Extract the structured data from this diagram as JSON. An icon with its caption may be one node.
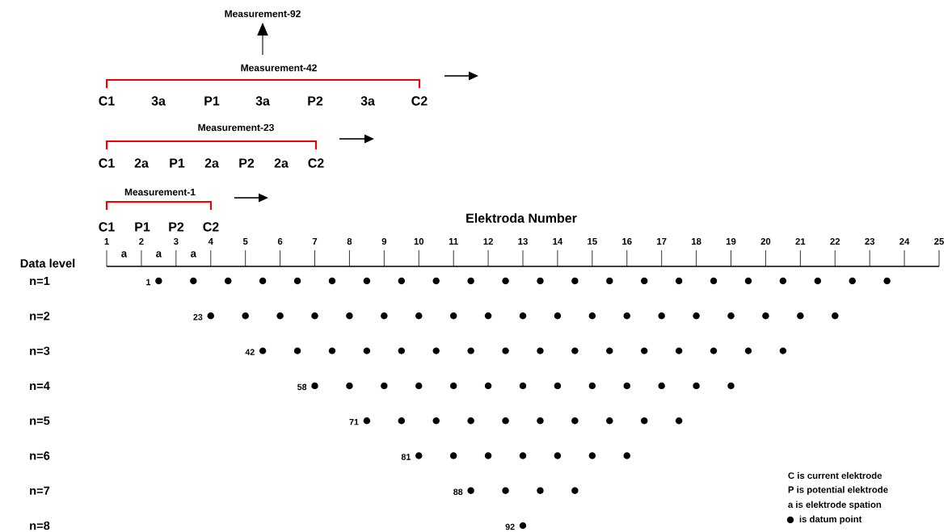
{
  "diagram": {
    "labels": [
      "Measurement-92",
      "Measurement-42",
      "C1",
      "3a",
      "P1",
      "3a",
      "P2",
      "3a",
      "C2",
      "Measurement-23",
      "C1",
      "2a",
      "P1",
      "2a",
      "P2",
      "2a",
      "C2",
      "Measurement-1",
      "C1",
      "P1",
      "P2",
      "C2",
      "Elektroda Number",
      "1",
      "2",
      "3",
      "4",
      "5",
      "6",
      "7",
      "8",
      "9",
      "10",
      "11",
      "12",
      "13",
      "14",
      "15",
      "16",
      "17",
      "18",
      "19",
      "20",
      "21",
      "22",
      "23",
      "24",
      "25",
      "a",
      "a",
      "a",
      "Data level",
      "n=1",
      "1",
      "n=2",
      "23",
      "n=3",
      "42",
      "n=4",
      "58",
      "n=5",
      "71",
      "n=6",
      "81",
      "n=7",
      "88",
      "n=8",
      "92",
      "C is current elektrode",
      "P is potential elektrode",
      "a is elektrode spation"
    ],
    "legend": [
      {
        "text": "is datum point"
      }
    ]
  }
}
